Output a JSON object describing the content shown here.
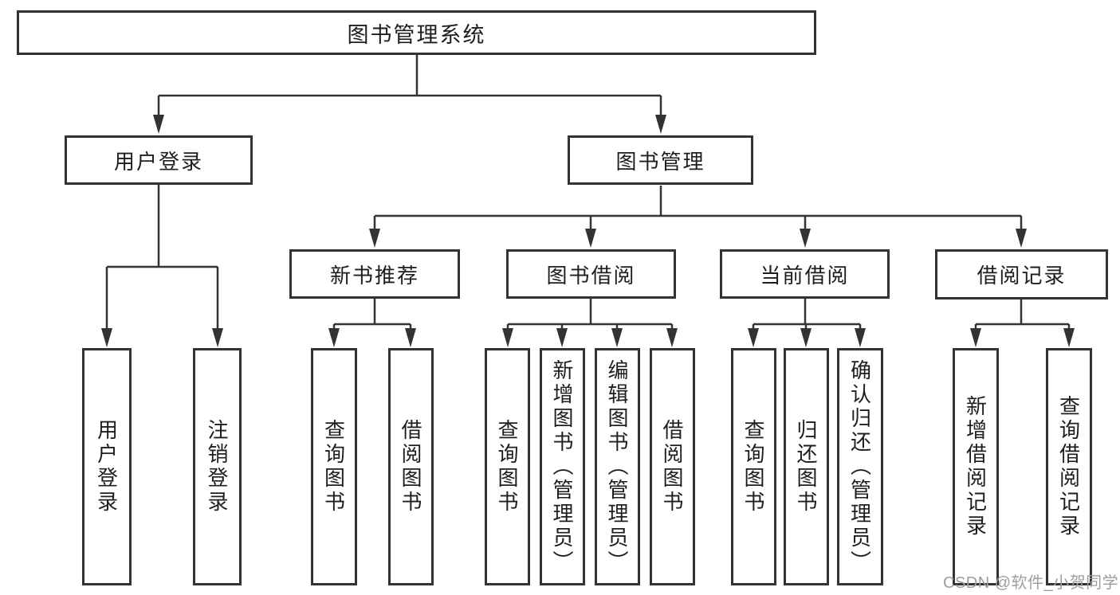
{
  "colors": {
    "line": "#333333",
    "box_border": "#333333",
    "text": "#1e1e1e",
    "watermark": "#9e9e9e",
    "background": "#ffffff"
  },
  "diagram": {
    "root": {
      "label": "图书管理系统"
    },
    "branches": [
      {
        "label": "用户登录",
        "children": [
          {
            "label": "用户登录"
          },
          {
            "label": "注销登录"
          }
        ]
      },
      {
        "label": "图书管理",
        "children": [
          {
            "label": "新书推荐",
            "children": [
              {
                "label": "查询图书"
              },
              {
                "label": "借阅图书"
              }
            ]
          },
          {
            "label": "图书借阅",
            "children": [
              {
                "label": "查询图书"
              },
              {
                "label": "新增图书（管理员）"
              },
              {
                "label": "编辑图书（管理员）"
              },
              {
                "label": "借阅图书"
              }
            ]
          },
          {
            "label": "当前借阅",
            "children": [
              {
                "label": "查询图书"
              },
              {
                "label": "归还图书"
              },
              {
                "label": "确认归还（管理员）"
              }
            ]
          },
          {
            "label": "借阅记录",
            "children": [
              {
                "label": "新增借阅记录"
              },
              {
                "label": "查询借阅记录"
              }
            ]
          }
        ]
      }
    ]
  },
  "watermark": {
    "text": "CSDN @软件_小贺同学"
  }
}
